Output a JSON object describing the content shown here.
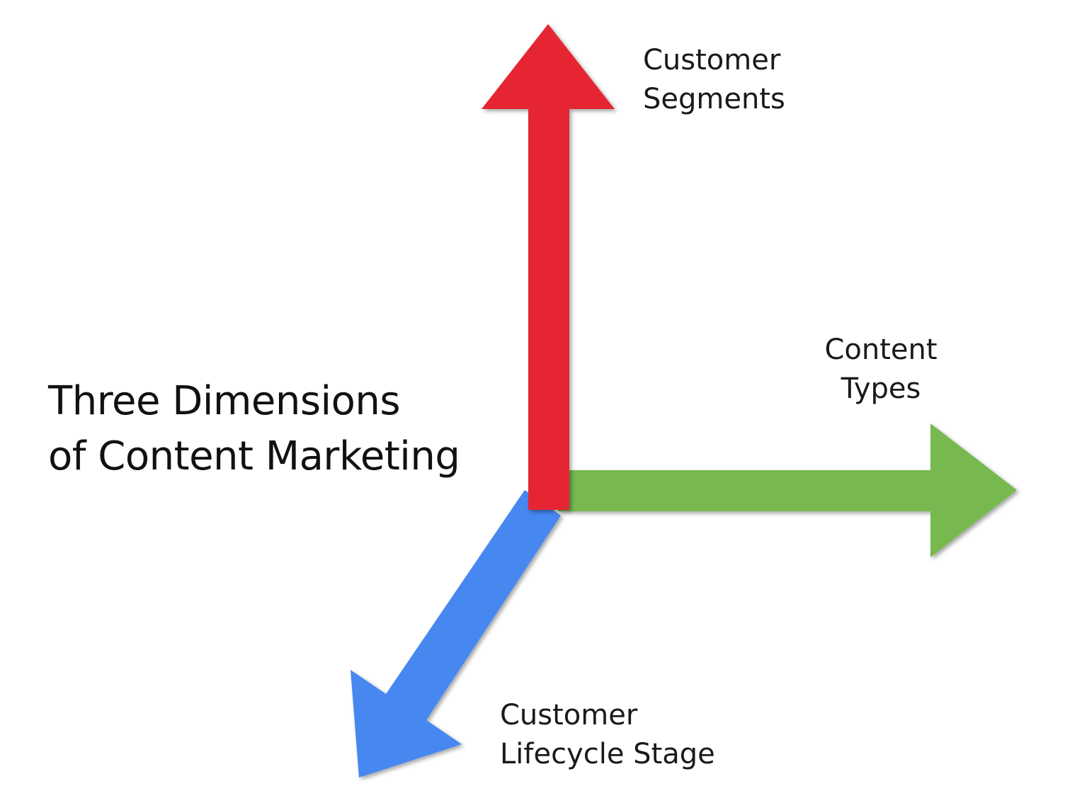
{
  "title": {
    "line1": "Three Dimensions",
    "line2": "of Content Marketing"
  },
  "axes": {
    "segments": {
      "line1": "Customer",
      "line2": "Segments",
      "color": "#e52833"
    },
    "content_types": {
      "line1": "Content",
      "line2": "Types",
      "color": "#77b94f"
    },
    "lifecycle": {
      "line1": "Customer",
      "line2": "Lifecycle Stage",
      "color": "#4787f0"
    }
  }
}
